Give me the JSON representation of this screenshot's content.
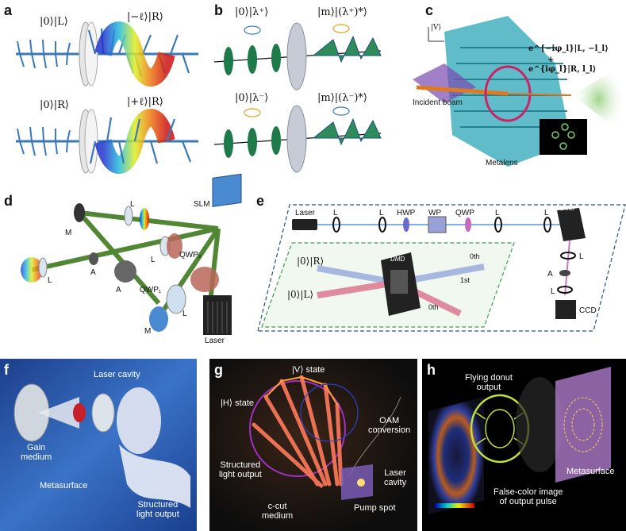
{
  "panels": {
    "a": {
      "label": "a",
      "top_in": "|0⟩|L⟩",
      "top_out": "|−ℓ⟩|R⟩",
      "bot_in": "|0⟩|R⟩",
      "bot_out": "|+ℓ⟩|R⟩"
    },
    "b": {
      "label": "b",
      "top_in": "|0⟩|λ⁺⟩",
      "top_out": "|m⟩|(λ⁺)*⟩",
      "bot_in": "|0⟩|λ⁻⟩",
      "bot_out": "|m⟩|(λ⁻)*⟩"
    },
    "c": {
      "label": "c",
      "state_v": "|V⟩",
      "out_1": "e^{−iφ_l}|L, −l_l⟩",
      "out_plus": "+",
      "out_2": "e^{iφ_l}|R, l_l⟩",
      "incident": "Incident beam",
      "metalens": "Metalens"
    },
    "d": {
      "label": "d",
      "slm": "SLM",
      "m1": "M",
      "m2": "M",
      "l1": "L",
      "l2": "L",
      "l3": "L",
      "l4": "L",
      "a1": "A",
      "a2": "A",
      "qwp2": "QWP₂",
      "qwp1": "QWP₁",
      "laser": "Laser"
    },
    "e": {
      "label": "e",
      "laser": "Laser",
      "l1": "L",
      "l2": "L",
      "hwp": "HWP",
      "wp": "WP",
      "qwp": "QWP",
      "l3": "L",
      "l4": "L",
      "dmd": "DMD",
      "l5": "L",
      "a": "A",
      "l6": "L",
      "ccd": "CCD",
      "in_r": "|0⟩|R⟩",
      "in_l": "|0⟩|L⟩",
      "inner_dmd": "DMD",
      "order_0_top": "0th",
      "order_1": "1st",
      "order_0_bot": "0th"
    },
    "f": {
      "label": "f",
      "laser_cavity": "Laser cavity",
      "gain": "Gain\nmedium",
      "metasurface": "Metasurface",
      "structured": "Structured\nlight output"
    },
    "g": {
      "label": "g",
      "v_state": "|V⟩ state",
      "h_state": "|H⟩ state",
      "oam": "OAM\nconversion",
      "structured": "Structured\nlight output",
      "laser_cavity": "Laser\ncavity",
      "c_cut": "c-cut\nmedium",
      "pump": "Pump spot"
    },
    "h": {
      "label": "h",
      "flying": "Flying donut\noutput",
      "metasurface": "Metasurface",
      "false_color": "False-color image\nof output pulse"
    }
  },
  "colors": {
    "arrow_blue": "#3b78b6",
    "plate_green": "#1f7a4a",
    "beam_green": "#4a8a2a",
    "panel_f_bg": "#1d4f9e",
    "panel_g_bg": "#111111",
    "panel_h_bg": "#000000"
  }
}
